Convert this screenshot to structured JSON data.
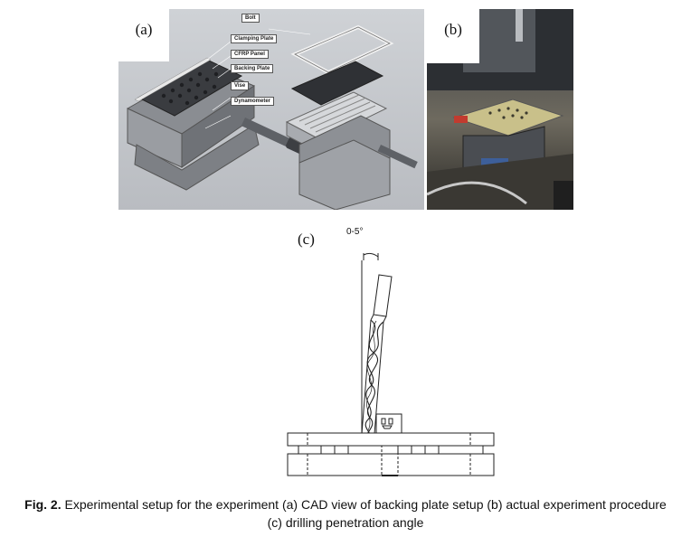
{
  "panel_a": {
    "label": "(a)",
    "callouts": [
      "Bolt",
      "Clamping Plate",
      "CFRP Panel",
      "Backing Plate",
      "Vise",
      "Dynamometer"
    ]
  },
  "panel_b": {
    "label": "(b)"
  },
  "panel_c": {
    "label": "(c)",
    "angle_label": "0-5°"
  },
  "caption": {
    "fig_label": "Fig. 2.",
    "text": " Experimental setup for the experiment (a) CAD view of backing plate setup (b) actual experiment procedure (c) drilling penetration angle"
  }
}
